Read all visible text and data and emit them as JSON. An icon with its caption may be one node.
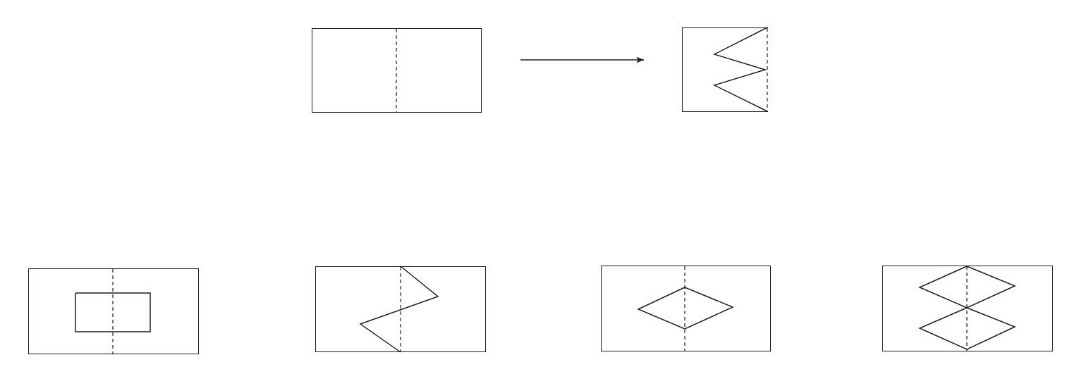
{
  "diagram": {
    "nodes": [
      {
        "text": [],
        "shape": "box"
      },
      {
        "text": [],
        "shape": "box"
      },
      {
        "text": [],
        "shape": "box"
      },
      {
        "text": [],
        "shape": "box"
      },
      {
        "text": [],
        "shape": "box"
      },
      {
        "text": [],
        "shape": "box"
      }
    ],
    "edges": [
      {
        "from": 0,
        "to": 1,
        "arrow": "to"
      }
    ]
  }
}
